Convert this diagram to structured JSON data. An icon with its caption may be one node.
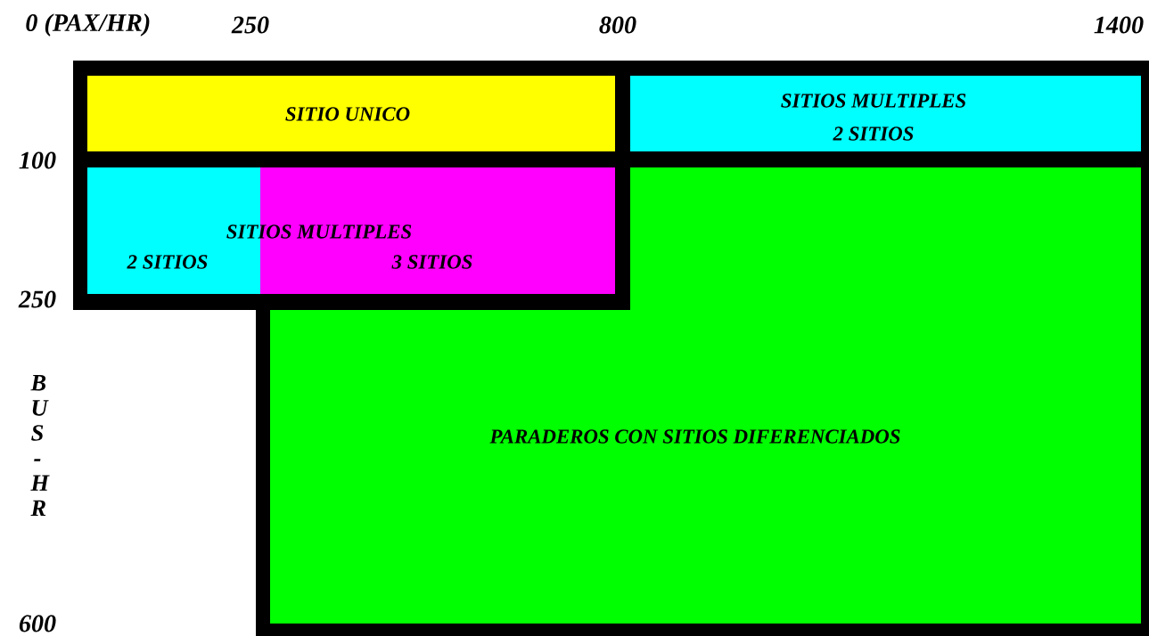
{
  "diagram": {
    "nodes": [
      {
        "text": [
          "SITIO UNICO"
        ]
      },
      {
        "text": [
          "SITIOS MULTIPLES",
          "2 SITIOS"
        ]
      },
      {
        "text": [
          "2 SITIOS"
        ]
      },
      {
        "text": [
          "3 SITIOS"
        ]
      },
      {
        "text": [
          "PARADEROS CON SITIOS DIFERENCIADOS"
        ]
      }
    ],
    "labels": [
      "0 (PAX/HR)",
      "250",
      "800",
      "1400",
      "100",
      "SITIOS MULTIPLES",
      "250",
      "B U S - H R",
      "600"
    ]
  }
}
